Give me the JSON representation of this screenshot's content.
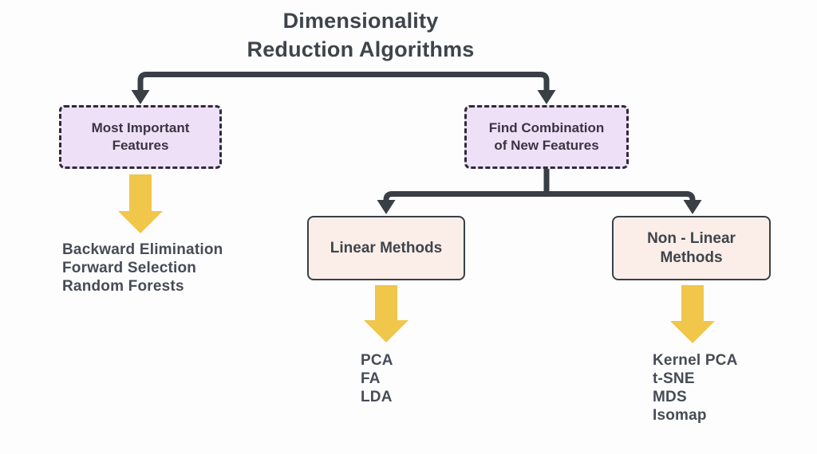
{
  "colors": {
    "background": "#fdfdfd",
    "connector": "#3a3f46",
    "box_lavender_fill": "#eee0f7",
    "box_lavender_border": "#2f2b36",
    "box_lavender_text": "#3a3442",
    "box_pink_fill": "#fbeee8",
    "box_pink_border": "#3a3f46",
    "arrow_yellow": "#f0c64b",
    "title_text": "#3f444b",
    "list_text": "#474b55"
  },
  "title": {
    "line1": "Dimensionality",
    "line2": "Reduction Algorithms"
  },
  "nodes": {
    "most_important": {
      "line1": "Most Important",
      "line2": "Features"
    },
    "find_combination": {
      "line1": "Find Combination",
      "line2": "of New Features"
    },
    "linear": {
      "label": "Linear Methods"
    },
    "non_linear": {
      "line1": "Non - Linear",
      "line2": "Methods"
    }
  },
  "lists": {
    "feature_selection": [
      "Backward Elimination",
      "Forward Selection",
      "Random Forests"
    ],
    "linear_methods": [
      "PCA",
      "FA",
      "LDA"
    ],
    "non_linear_methods": [
      "Kernel PCA",
      "t-SNE",
      "MDS",
      "Isomap"
    ]
  }
}
